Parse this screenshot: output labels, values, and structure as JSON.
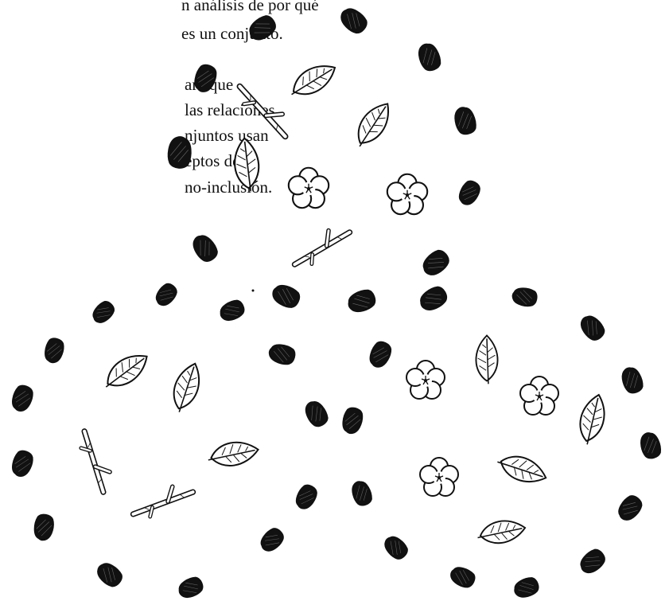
{
  "text": {
    "block1": [
      "n análisis de por qué",
      "es un conjunto."
    ],
    "block2": [
      "ara que",
      "las relaciones",
      "njuntos usan",
      "eptos de",
      "no-inclusión."
    ]
  },
  "illustration": {
    "contents": {
      "leaves": 10,
      "flowers": 5,
      "twigs": 4
    },
    "boundary_mark": "dark-stone",
    "palette": {
      "ink": "#111111",
      "background": "#ffffff"
    }
  }
}
